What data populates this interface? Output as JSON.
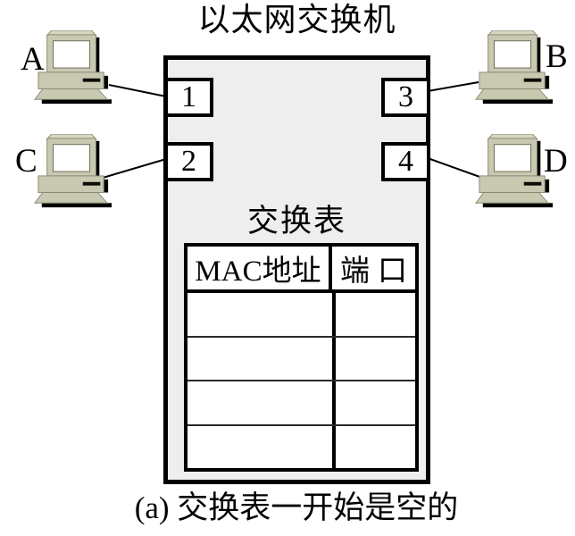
{
  "title": "以太网交换机",
  "caption": "(a) 交换表一开始是空的",
  "switch": {
    "table_label": "交换表",
    "ports": [
      "1",
      "2",
      "3",
      "4"
    ]
  },
  "hosts": [
    {
      "label": "A"
    },
    {
      "label": "B"
    },
    {
      "label": "C"
    },
    {
      "label": "D"
    }
  ],
  "table": {
    "headers": [
      "MAC地址",
      "端口"
    ],
    "rows": [
      [
        "",
        ""
      ],
      [
        "",
        ""
      ],
      [
        "",
        ""
      ],
      [
        "",
        ""
      ]
    ]
  },
  "icons": {
    "host": "computer-icon"
  },
  "colors": {
    "switch_fill": "#eeeeee",
    "port_fill": "#ffffff",
    "host_fill": "#c9c9b1",
    "host_fill_light": "#d6d6c2",
    "line": "#000000"
  }
}
